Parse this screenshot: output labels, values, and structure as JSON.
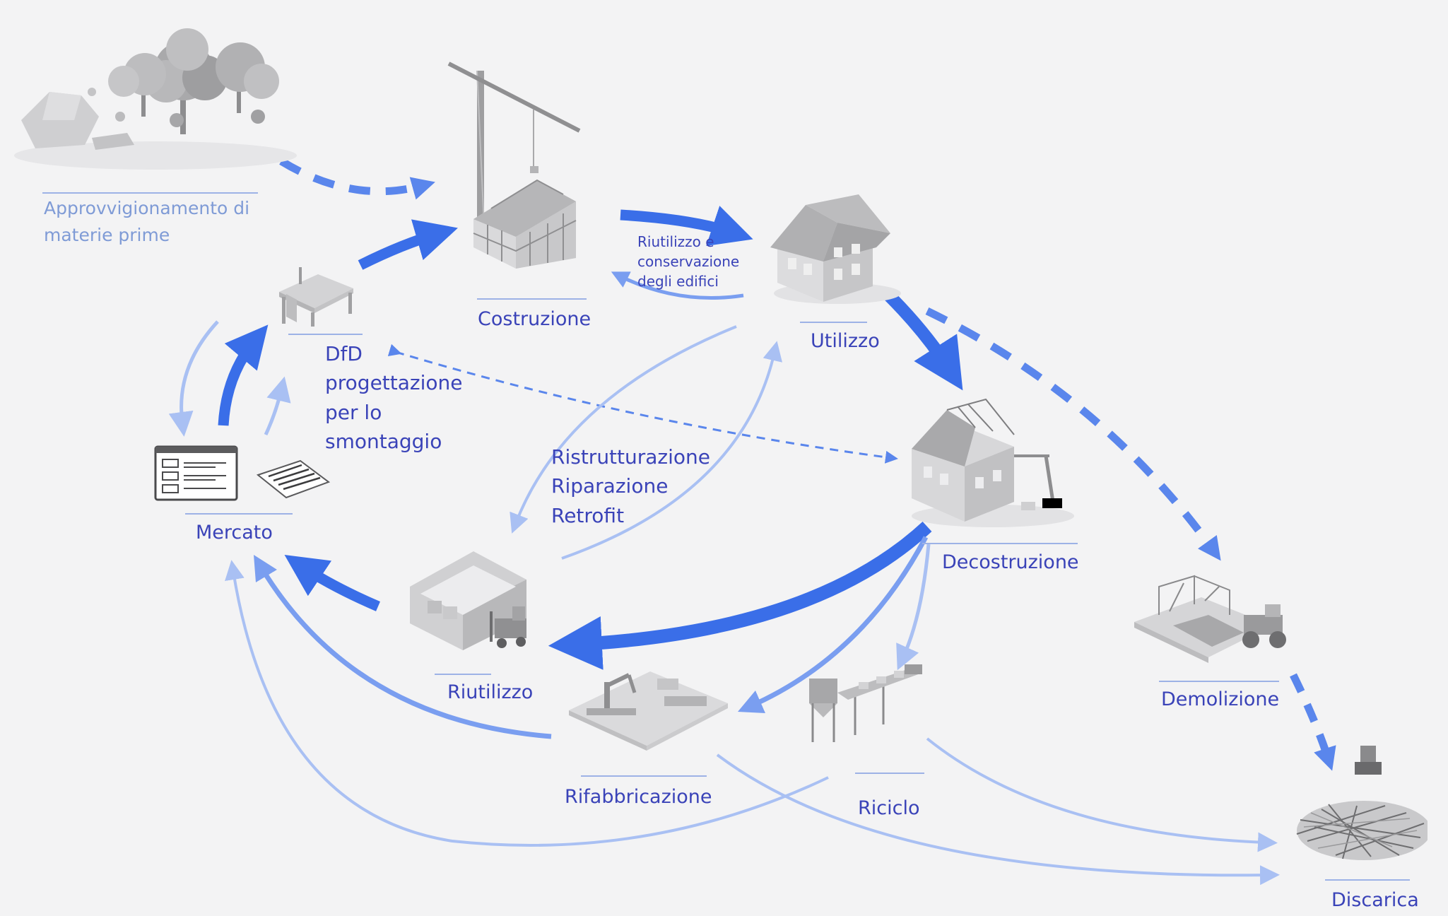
{
  "palette": {
    "strong": "#3a6ee8",
    "medium": "#7a9ef0",
    "light": "#a9c0f3",
    "text": "#3a43b8",
    "text_light": "#7f9bd6",
    "background": "#f3f3f4"
  },
  "stages": {
    "raw_materials": {
      "lines": [
        "Approvvigionamento di",
        "materie prime"
      ],
      "icon": "forest-and-rocks-icon"
    },
    "construction": {
      "label": "Costruzione",
      "icon": "crane-house-construction-icon"
    },
    "use": {
      "label": "Utilizzo",
      "icon": "house-icon"
    },
    "reuse_buildings": {
      "lines": [
        "Riutilizzo e",
        "conservazione",
        "degli edifici"
      ]
    },
    "dfd": {
      "lines": [
        "DfD",
        "progettazione",
        "per lo",
        "smontaggio"
      ],
      "icon": "design-desk-icon"
    },
    "market": {
      "label": "Mercato",
      "icon": "marketplace-screen-icon"
    },
    "renovation": {
      "lines": [
        "Ristrutturazione",
        "Riparazione",
        "Retrofit"
      ]
    },
    "deconstruction": {
      "label": "Decostruzione",
      "icon": "deconstruction-site-icon"
    },
    "demolition": {
      "label": "Demolizione",
      "icon": "demolition-bulldozer-icon"
    },
    "reuse": {
      "label": "Riutilizzo",
      "icon": "warehouse-forklift-icon"
    },
    "remanufacturing": {
      "label": "Rifabbricazione",
      "icon": "factory-robot-arm-icon"
    },
    "recycling": {
      "label": "Riciclo",
      "icon": "recycling-plant-icon"
    },
    "landfill": {
      "label": "Discarica",
      "icon": "landfill-debris-icon"
    }
  }
}
